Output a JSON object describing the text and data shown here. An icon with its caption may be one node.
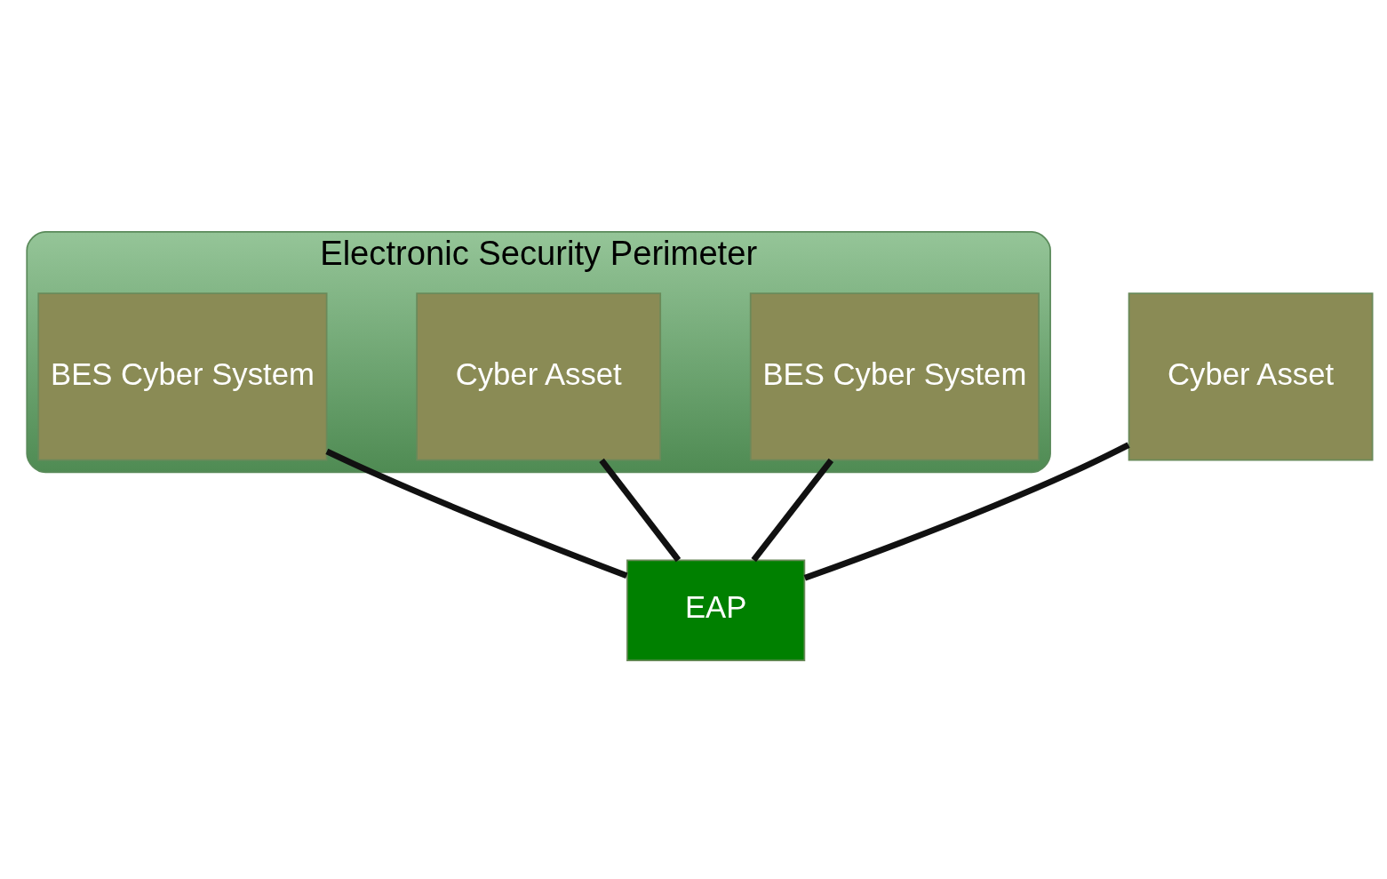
{
  "diagram": {
    "nodes": [
      {
        "text": [
          "Electronic Security Perimeter"
        ]
      },
      {
        "text": [
          "BES Cyber System"
        ],
        "in": 0
      },
      {
        "text": [
          "Cyber Asset"
        ]
      },
      {
        "text": [
          "EAP"
        ]
      },
      {
        "text": [
          "Cyber Asset"
        ],
        "in": 0
      },
      {
        "text": [
          "BES Cyber System"
        ],
        "in": 0
      }
    ],
    "edges": [
      {
        "from": 1,
        "to": 3,
        "arrow": "none"
      },
      {
        "from": 4,
        "to": 3,
        "arrow": "none"
      },
      {
        "from": 5,
        "to": 3,
        "arrow": "none"
      },
      {
        "from": 2,
        "to": 3,
        "arrow": "none"
      }
    ]
  }
}
